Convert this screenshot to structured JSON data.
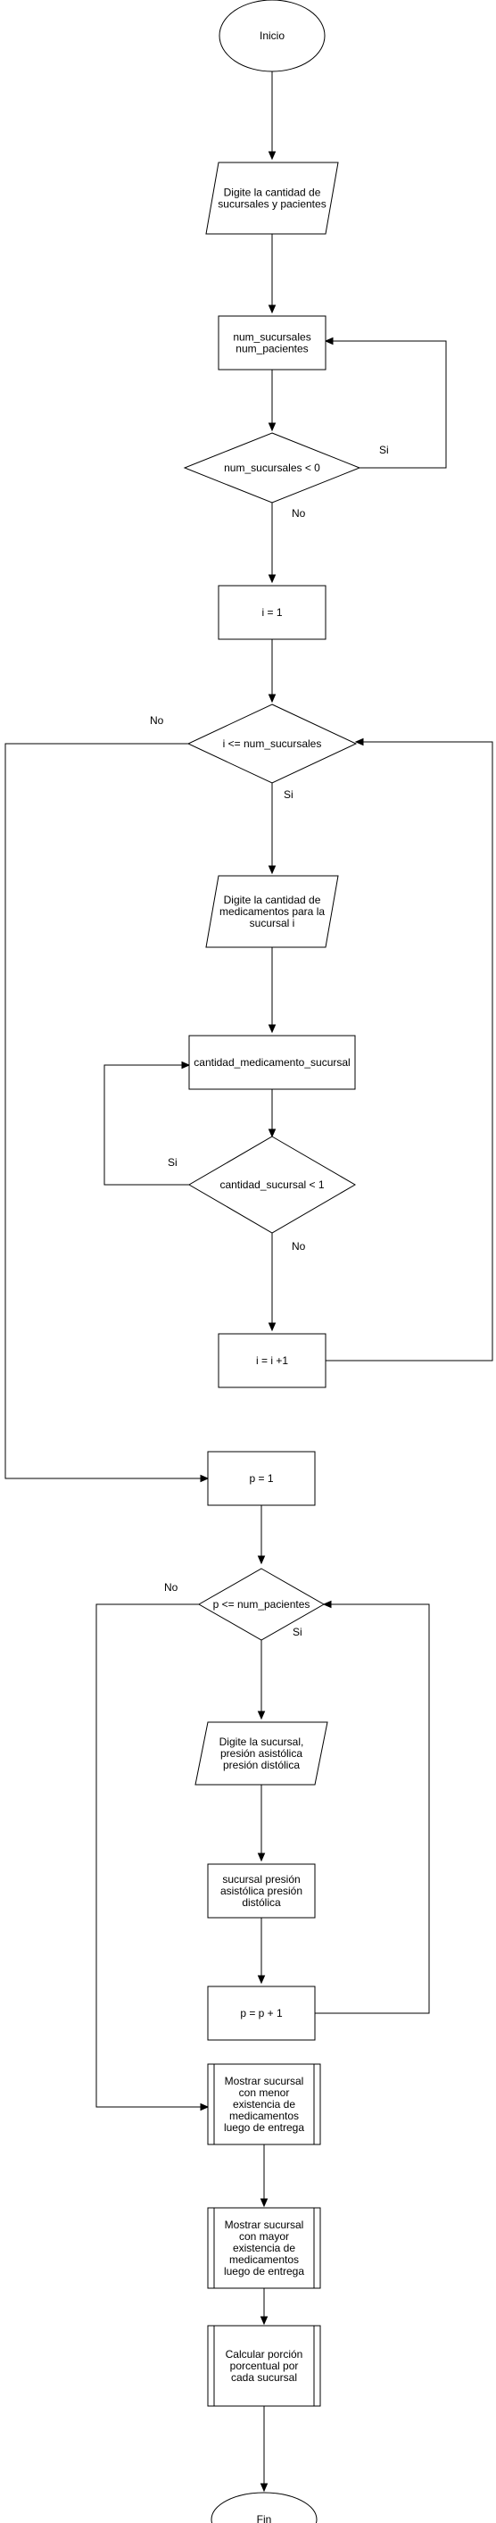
{
  "nodes": {
    "inicio": "Inicio",
    "input_counts": "Digite la cantidad de sucursales y pacientes",
    "vars_counts": "num_sucursales num_pacientes",
    "cond_sucursales": "num_sucursales < 0",
    "assign_i": "i = 1",
    "cond_i": "i <= num_sucursales",
    "input_meds": "Digite la cantidad de medicamentos para la sucursal i",
    "var_meds": "cantidad_medicamento_sucursal",
    "cond_meds": "cantidad_sucursal < 1",
    "incr_i": "i = i +1",
    "assign_p": "p = 1",
    "cond_p": "p <= num_pacientes",
    "input_patient": "Digite la sucursal, presión asistólica presión distólica",
    "vars_patient": "sucursal presión asistólica presión distólica",
    "incr_p": "p = p + 1",
    "show_min": "Mostrar sucursal con menor existencia de medicamentos luego de entrega",
    "show_max": "Mostrar sucursal con mayor existencia de medicamentos luego de entrega",
    "calc_pct": "Calcular porción porcentual por cada sucursal",
    "fin": "Fin"
  },
  "labels": {
    "si_1": "Si",
    "no_1": "No",
    "no_2": "No",
    "si_2": "Si",
    "si_3": "Si",
    "no_3": "No",
    "no_4": "No",
    "si_4": "Si"
  }
}
